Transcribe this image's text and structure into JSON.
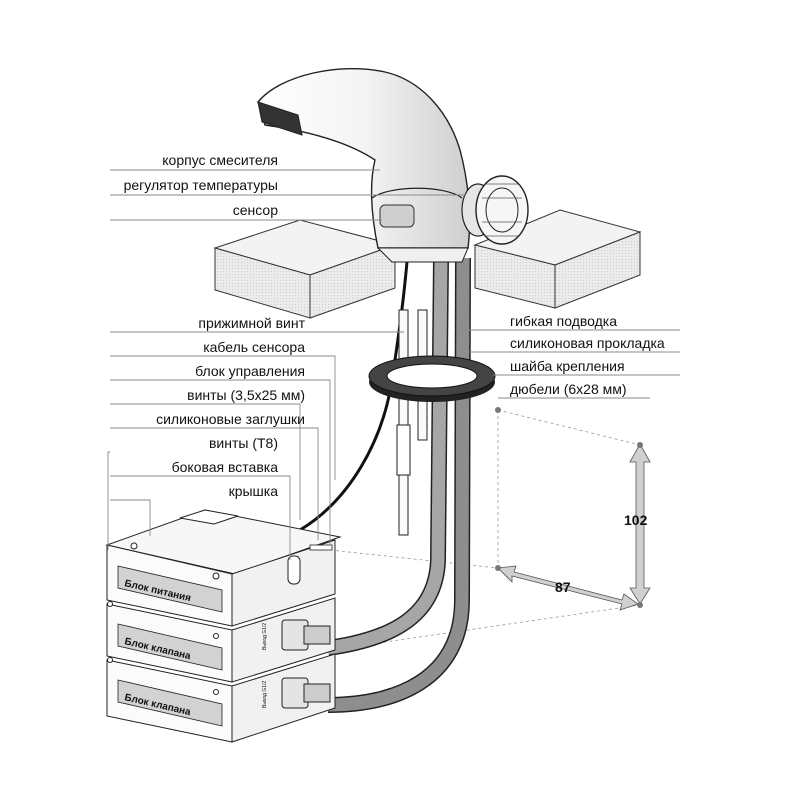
{
  "labels": {
    "mixer_body": "корпус смесителя",
    "temp_regulator": "регулятор температуры",
    "sensor": "сенсор",
    "clamp_screw": "прижимной винт",
    "sensor_cable": "кабель сенсора",
    "control_unit": "блок управления",
    "screws_35x25": "винты (3,5x25 мм)",
    "silicone_plugs": "силиконовые заглушки",
    "screws_t8": "винты (Т8)",
    "side_insert": "боковая вставка",
    "cover": "крышка",
    "flex_hose": "гибкая подводка",
    "silicone_gasket": "силиконовая прокладка",
    "mount_washer": "шайба крепления",
    "dowels": "дюбели (6x28 мм)"
  },
  "boxes": {
    "power_unit": "Блок питания",
    "valve_unit_1": "Блок клапана",
    "valve_unit_2": "Блок клапана",
    "outlet_1": "Выход G1/2",
    "outlet_2": "Выход G1/2"
  },
  "dimensions": {
    "height": "102",
    "width": "87"
  },
  "colors": {
    "line": "#222222",
    "leader": "#8a8a8a",
    "counter_fill": "#e6e6e6",
    "hose_fill": "#9a9a9a",
    "arrow_fill": "#d0d0d0"
  }
}
